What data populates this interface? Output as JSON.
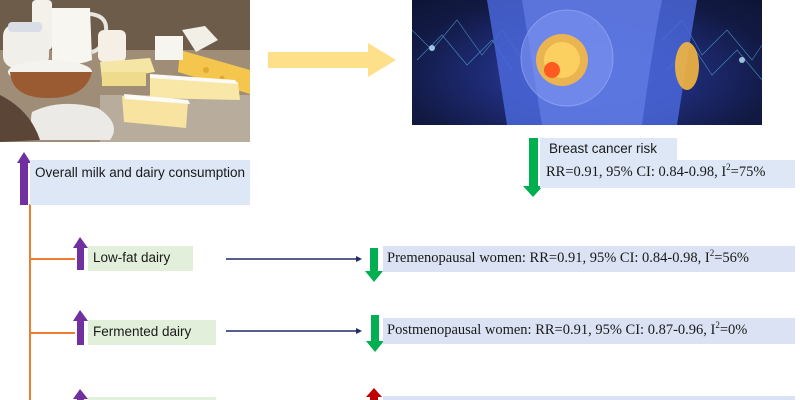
{
  "images": {
    "dairy_photo": {
      "alt": "Assorted milk and dairy products: milk jugs, cottage cheese, butter, cheeses"
    },
    "breast_photo": {
      "alt": "Blue anatomical illustration of female torso highlighting breast tissue with tumor"
    }
  },
  "exposure": {
    "overall": {
      "label": "Overall milk and dairy consumption",
      "direction": "up",
      "arrow_color": "#7030a0"
    },
    "subtypes": [
      {
        "label": "Low-fat dairy",
        "direction": "up",
        "arrow_color": "#7030a0"
      },
      {
        "label": "Fermented dairy",
        "direction": "up",
        "arrow_color": "#7030a0"
      },
      {
        "label": "",
        "direction": "up",
        "arrow_color": "#7030a0"
      }
    ]
  },
  "outcome": {
    "title": "Breast cancer risk",
    "rr_text": "RR=0.91, 95% CI: 0.84-0.98, I",
    "i2_sup": "2",
    "i2_val": "=75%",
    "direction": "down",
    "arrow_color": "#00b050"
  },
  "results": [
    {
      "text": "Premenopausal women: RR=0.91, 95% CI: 0.84-0.98, I",
      "sup": "2",
      "tail": "=56%",
      "direction": "down",
      "arrow_color": "#00b050"
    },
    {
      "text": "Postmenopausal women: RR=0.91, 95% CI: 0.87-0.96, I",
      "sup": "2",
      "tail": "=0%",
      "direction": "down",
      "arrow_color": "#00b050"
    },
    {
      "text": "",
      "sup": "",
      "tail": "",
      "direction": "up",
      "arrow_color": "#c00000"
    }
  ],
  "colors": {
    "flow_arrow": "#ffe08a",
    "tree_line": "#ed7d31",
    "connector_arrow": "#1f2a6b",
    "exposure_box": "#dde7f5",
    "subtype_box": "#e2efda",
    "result_box": "#dbe2f3"
  }
}
